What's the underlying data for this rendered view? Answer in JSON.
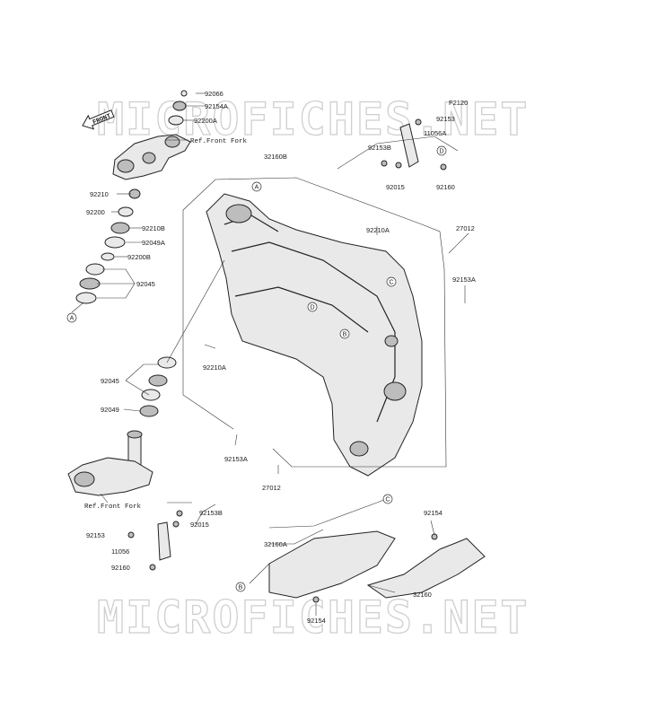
{
  "watermark": {
    "top": "MICROFICHES.NET",
    "bottom": "MICROFICHES.NET"
  },
  "diagram_code": "F2120",
  "front_arrow": "FRONT",
  "refs": {
    "front_fork_top": "Ref.Front Fork",
    "front_fork_bottom": "Ref.Front Fork"
  },
  "callouts": {
    "A": "A",
    "B": "B",
    "C": "C",
    "D": "D"
  },
  "labels": {
    "p92066": "92066",
    "p92154A": "92154A",
    "p92200A": "92200A",
    "p92210": "92210",
    "p92200": "92200",
    "p92210B": "92210B",
    "p92049A": "92049A",
    "p92200B": "92200B",
    "p92045_top": "92045",
    "p92045_mid": "92045",
    "p92049": "92049",
    "p32160B": "32160B",
    "p92153_tr": "92153",
    "p11056A": "11056A",
    "p92153B_tr": "92153B",
    "p92015_tr": "92015",
    "p92160_tr": "92160",
    "p92210A_top": "92210A",
    "p27012_top": "27012",
    "p92153A_right": "92153A",
    "p92210A_mid": "92210A",
    "p92153A_low": "92153A",
    "p27012_low": "27012",
    "p92153B_bl": "92153B",
    "p92015_bl": "92015",
    "p92153_bl": "92153",
    "p11056": "11056",
    "p92160_bl": "92160",
    "p92154_br": "92154",
    "p32160A": "32160A",
    "p32160": "32160",
    "p92154_bottom": "92154"
  }
}
